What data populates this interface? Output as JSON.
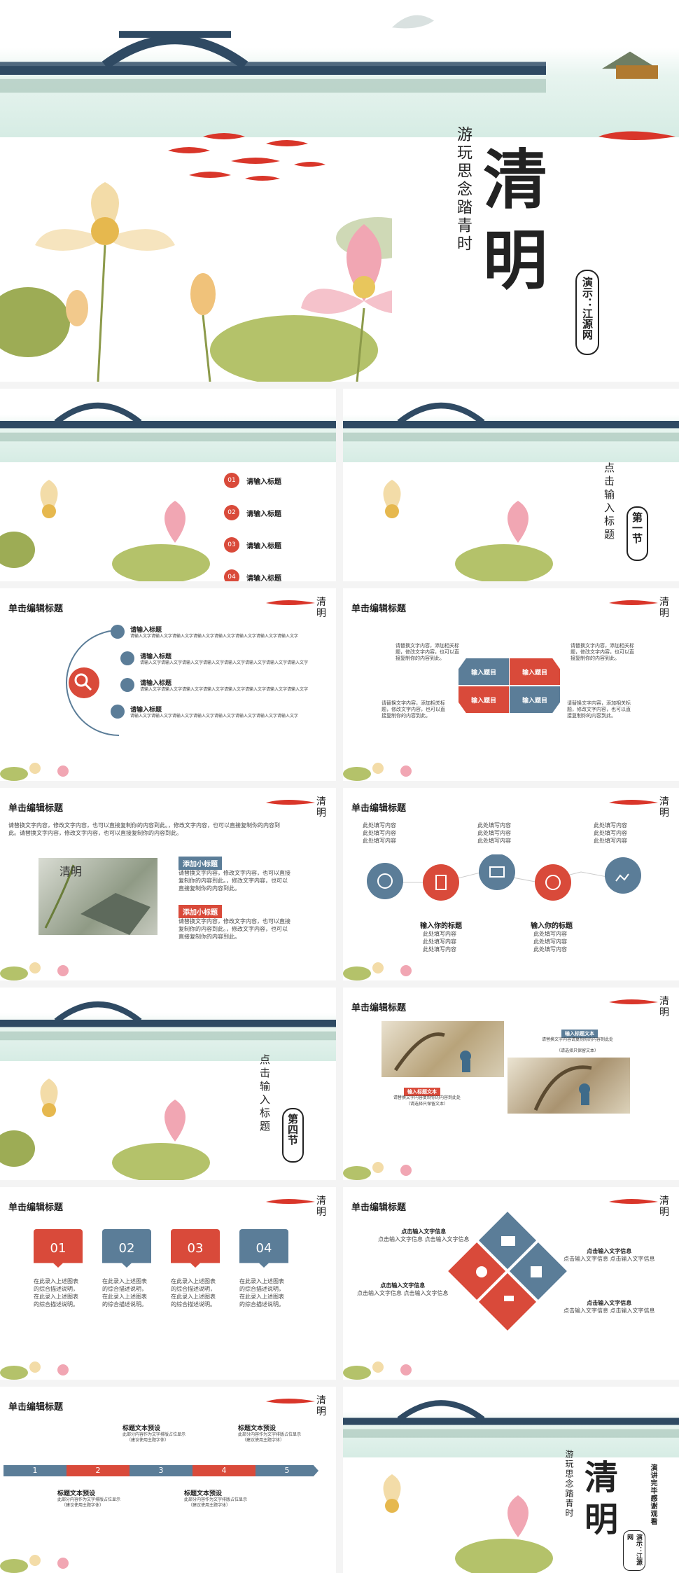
{
  "cover": {
    "title_chars": [
      "清",
      "明"
    ],
    "subtitle": "游玩思念踏青时",
    "presenter": "演示：江源网"
  },
  "toc": {
    "items": [
      {
        "num": "01",
        "label": "请输入标题"
      },
      {
        "num": "02",
        "label": "请输入标题"
      },
      {
        "num": "03",
        "label": "请输入标题"
      },
      {
        "num": "04",
        "label": "请输入标题"
      }
    ]
  },
  "section1": {
    "vertical": "点击输入标题",
    "badge": "第一节"
  },
  "section4": {
    "vertical": "点击输入标题",
    "badge": "第四节"
  },
  "common": {
    "heading": "单击编辑标题",
    "logo": "清明"
  },
  "slide_icons": {
    "rows": [
      {
        "title": "请输入标题",
        "text": "请输入文字请输入文字请输入文字请输入文字请输入文字请输入文字请输入文字请输入文字"
      },
      {
        "title": "请输入标题",
        "text": "请输入文字请输入文字请输入文字请输入文字请输入文字请输入文字请输入文字请输入文字"
      },
      {
        "title": "请输入标题",
        "text": "请输入文字请输入文字请输入文字请输入文字请输入文字请输入文字请输入文字请输入文字"
      },
      {
        "title": "请输入标题",
        "text": "请输入文字请输入文字请输入文字请输入文字请输入文字请输入文字请输入文字请输入文字"
      }
    ]
  },
  "slide_hex": {
    "cells": [
      "输入题目",
      "输入题目",
      "输入题目",
      "输入题目"
    ],
    "text_tl": "请替换文字内容，添加相关标题，修改文字内容，也可以直接复制你的内容到此。",
    "text_bl": "请替换文字内容，添加相关标题，修改文字内容，也可以直接复制你的内容到此。",
    "text_tr": "请替换文字内容，添加相关标题，修改文字内容，也可以直接复制你的内容到此。",
    "text_br": "请替换文字内容，添加相关标题，修改文字内容，也可以直接复制你的内容到此。"
  },
  "slide_photo": {
    "intro": "请替换文字内容，修改文字内容，也可以直接复制你的内容到此。，修改文字内容，也可以直接复制你的内容到此。请替换文字内容，修改文字内容，也可以直接复制你的内容到此。",
    "tag1": "添加小标题",
    "text1": "请替换文字内容，修改文字内容，也可以直接复制你的内容到此。，修改文字内容，也可以直接复制你的内容到此。",
    "tag2": "添加小标题",
    "text2": "请替换文字内容，修改文字内容，也可以直接复制你的内容到此。，修改文字内容，也可以直接复制你的内容到此。"
  },
  "slide_circles": {
    "top_texts": [
      "此处填写内容\n此处填写内容\n此处填写内容",
      "此处填写内容\n此处填写内容\n此处填写内容",
      "此处填写内容\n此处填写内容\n此处填写内容"
    ],
    "bottom": [
      {
        "title": "输入你的标题",
        "text": "此处填写内容\n此处填写内容\n此处填写内容"
      },
      {
        "title": "输入你的标题",
        "text": "此处填写内容\n此处填写内容\n此处填写内容"
      }
    ]
  },
  "slide_paintings": {
    "tag1": "输入标题文本",
    "text1": "请替换文字内容请复制你的内容到此处",
    "note1": "（请选择只保留文本）",
    "tag2": "输入标题文本",
    "text2": "请替换文字内容复制你的内容到此处",
    "note2": "（请选择只保留文本）"
  },
  "slide_boxes": {
    "items": [
      {
        "num": "01",
        "text": "在此录入上述图表的综合描述说明，在此录入上述图表的综合描述说明。"
      },
      {
        "num": "02",
        "text": "在此录入上述图表的综合描述说明，在此录入上述图表的综合描述说明。"
      },
      {
        "num": "03",
        "text": "在此录入上述图表的综合描述说明，在此录入上述图表的综合描述说明。"
      },
      {
        "num": "04",
        "text": "在此录入上述图表的综合描述说明，在此录入上述图表的综合描述说明。"
      }
    ]
  },
  "slide_diamond": {
    "labels": [
      {
        "title": "点击输入文字信息",
        "text": "点击输入文字信息  点击输入文字信息"
      },
      {
        "title": "点击输入文字信息",
        "text": "点击输入文字信息  点击输入文字信息"
      },
      {
        "title": "点击输入文字信息",
        "text": "点击输入文字信息  点击输入文字信息"
      },
      {
        "title": "点击输入文字信息",
        "text": "点击输入文字信息  点击输入文字信息"
      }
    ]
  },
  "slide_timeline": {
    "steps": [
      "1",
      "2",
      "3",
      "4",
      "5"
    ],
    "items": [
      {
        "title": "标题文本预设",
        "text": "此部分内容作为文字排版占位显示",
        "note": "（建议使用主题字体）"
      },
      {
        "title": "标题文本预设",
        "text": "此部分内容作为文字排版占位显示",
        "note": "（建议使用主题字体）"
      },
      {
        "title": "标题文本预设",
        "text": "此部分内容作为文字排版占位显示",
        "note": "（建议使用主题字体）"
      },
      {
        "title": "标题文本预设",
        "text": "此部分内容作为文字排版占位显示",
        "note": "（建议使用主题字体）"
      }
    ]
  },
  "ending": {
    "subtitle": "游玩思念踏青时",
    "title_chars": [
      "清",
      "明"
    ],
    "thanks": "演讲完毕感谢观看",
    "presenter": "演示：江源网"
  },
  "colors": {
    "red": "#d94a3a",
    "blue": "#5b7d98"
  }
}
